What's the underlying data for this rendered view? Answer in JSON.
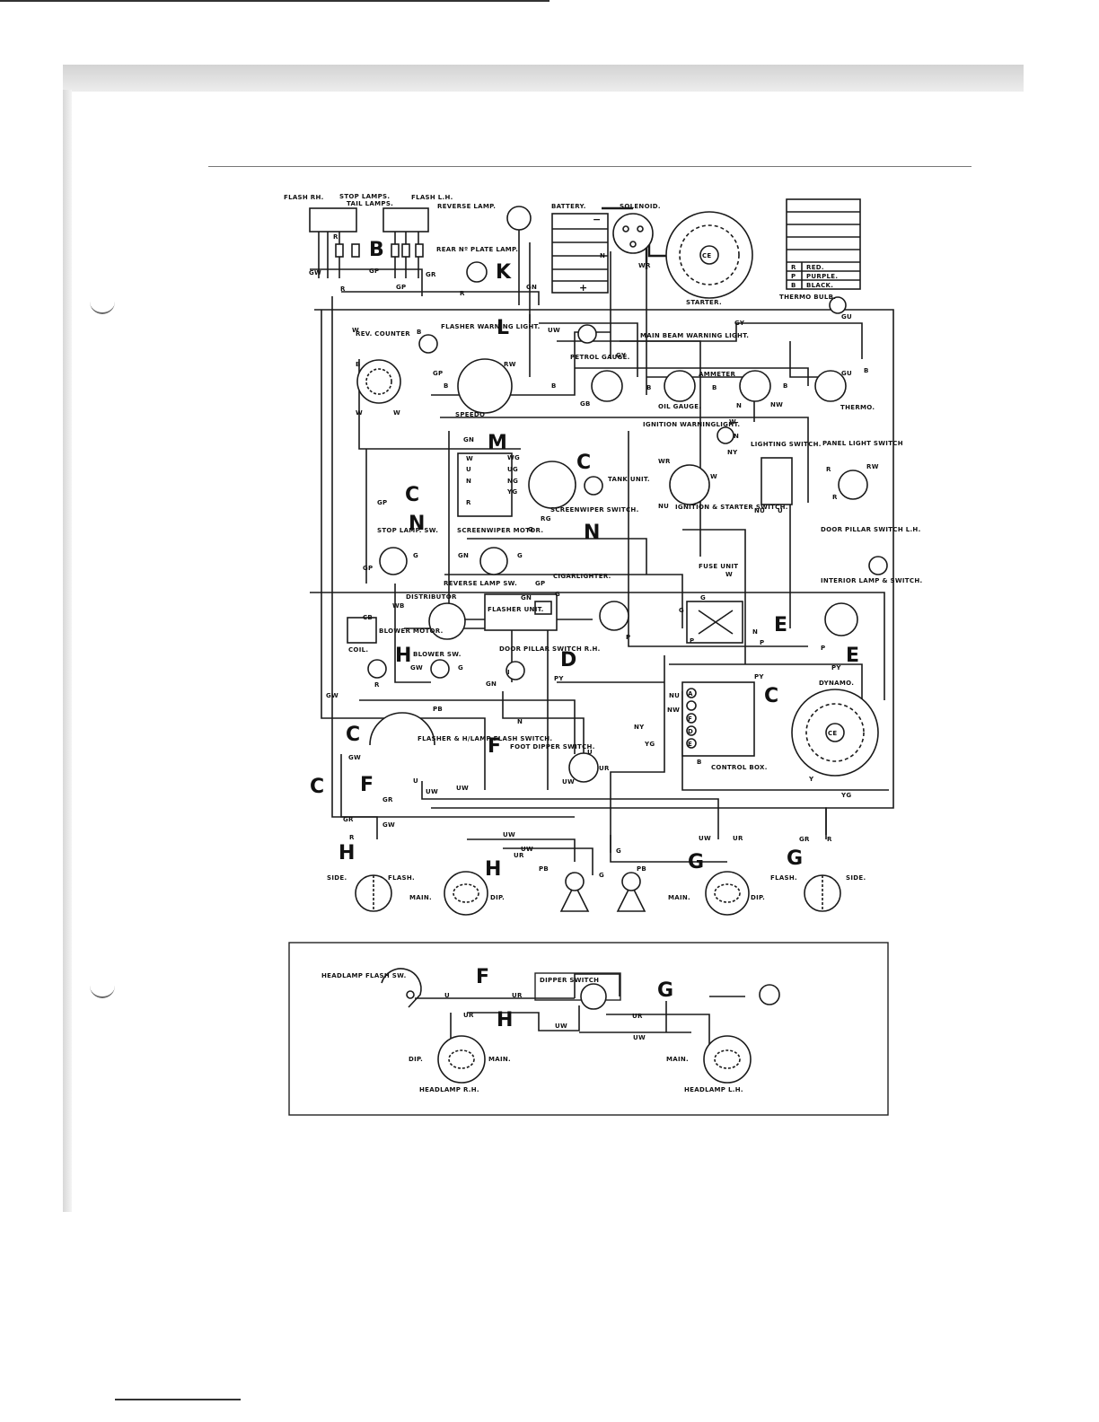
{
  "header": {
    "faded_left_1": "",
    "faded_left_2": "",
    "faded_right_1": "",
    "faded_right_2": ""
  },
  "colour_key": [
    {
      "code": "R",
      "name": "RED."
    },
    {
      "code": "P",
      "name": "PURPLE."
    },
    {
      "code": "B",
      "name": "BLACK."
    }
  ],
  "main_diagram": {
    "components": {
      "flash_rh": "FLASH RH.",
      "stop_lamps": "STOP LAMPS.",
      "tail_lamps": "TAIL LAMPS.",
      "flash_lh": "FLASH L.H.",
      "reverse_lamp": "REVERSE LAMP.",
      "battery": "BATTERY.",
      "solenoid": "SOLENOID.",
      "starter": "STARTER.",
      "rear_plate_lamp": "REAR Nº PLATE LAMP.",
      "thermo_bulb": "THERMO BULB.",
      "rev_counter": "REV. COUNTER",
      "flasher_warning": "FLASHER WARNING LIGHT.",
      "main_beam_warning": "MAIN BEAM WARNING LIGHT.",
      "petrol_gauge": "PETROL GAUGE.",
      "ammeter": "AMMETER",
      "oil_gauge": "OIL GAUGE.",
      "thermo": "THERMO.",
      "speedo": "SPEEDO",
      "ignition_warning": "IGNITION WARNINGLIGHT.",
      "lighting_switch": "LIGHTING SWITCH.",
      "panel_light_switch": "PANEL LIGHT SWITCH",
      "tank_unit": "TANK UNIT.",
      "ignition_starter_switch": "IGNITION & STARTER SWITCH.",
      "screenwiper_switch": "SCREENWIPER SWITCH.",
      "screenwiper_motor": "SCREENWIPER MOTOR.",
      "stop_lamp_sw": "STOP LAMP. SW.",
      "reverse_lamp_sw": "REVERSE LAMP SW.",
      "cigarlighter": "CIGARLIGHTER.",
      "fuse_unit": "FUSE UNIT",
      "door_pillar_lh": "DOOR PILLAR SWITCH L.H.",
      "distributor": "DISTRIBUTOR",
      "flasher_unit": "FLASHER UNIT.",
      "interior_lamp": "INTERIOR LAMP & SWITCH.",
      "coil": "COIL.",
      "blower_motor": "BLOWER MOTOR.",
      "blower_sw": "BLOWER SW.",
      "door_pillar_rh": "DOOR PILLAR SWITCH R.H.",
      "dynamo": "DYNAMO.",
      "flasher_flash_switch": "FLASHER & H/LAMP FLASH SWITCH.",
      "foot_dipper": "FOOT DIPPER SWITCH.",
      "control_box": "CONTROL BOX.",
      "side_l": "SIDE.",
      "flash_l": "FLASH.",
      "main_l": "MAIN.",
      "dip_l": "DIP.",
      "main_r": "MAIN.",
      "dip_r": "DIP.",
      "flash_r": "FLASH.",
      "side_r": "SIDE."
    },
    "connector_letters": {
      "B": "B",
      "K": "K",
      "L": "L",
      "M": "M",
      "C": "C",
      "N": "N",
      "H": "H",
      "D": "D",
      "E": "E",
      "F": "F",
      "G": "G"
    },
    "wire_codes": {
      "gw": "GW",
      "gr": "GR",
      "gp": "GP",
      "r": "R",
      "b": "B",
      "w": "W",
      "gn": "GN",
      "uw": "UW",
      "gy": "GY",
      "gb": "GB",
      "n": "N",
      "wr": "WR",
      "gu": "GU",
      "nu": "NU",
      "u": "U",
      "ug": "UG",
      "ng": "NG",
      "yg": "YG",
      "wg": "WG",
      "rg": "RG",
      "rw": "RW",
      "nw": "NW",
      "ny": "NY",
      "py": "PY",
      "wb": "WB",
      "cb": "CB",
      "ur": "UR",
      "pb": "PB",
      "g": "G",
      "y": "Y",
      "p": "P",
      "a": "A",
      "f": "F",
      "e": "E",
      "d": "D",
      "i": "I",
      "ce": "CE"
    }
  },
  "inset_diagram": {
    "headlamp_flash_sw": "HEADLAMP FLASH SW.",
    "dipper_switch": "DIPPER SWITCH",
    "headlamp_rh": "HEADLAMP R.H.",
    "headlamp_lh": "HEADLAMP L.H.",
    "dip": "DIP.",
    "main_a": "MAIN.",
    "main_b": "MAIN.",
    "u": "U",
    "ur": "UR",
    "uw": "UW",
    "F": "F",
    "H": "H",
    "G": "G"
  }
}
